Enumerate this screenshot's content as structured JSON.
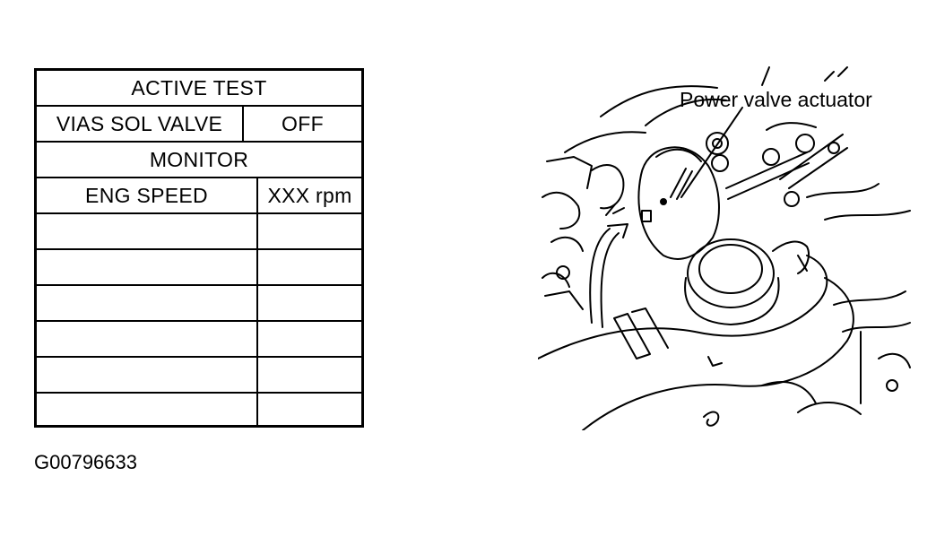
{
  "table": {
    "header": "ACTIVE TEST",
    "test_item": "VIAS SOL VALVE",
    "test_state": "OFF",
    "monitor_header": "MONITOR",
    "monitor_rows": [
      {
        "label": "ENG SPEED",
        "value": "XXX rpm"
      },
      {
        "label": "",
        "value": ""
      },
      {
        "label": "",
        "value": ""
      },
      {
        "label": "",
        "value": ""
      },
      {
        "label": "",
        "value": ""
      },
      {
        "label": "",
        "value": ""
      },
      {
        "label": "",
        "value": ""
      }
    ]
  },
  "figure_code": "G00796633",
  "illustration": {
    "callout_label": "Power valve actuator"
  }
}
